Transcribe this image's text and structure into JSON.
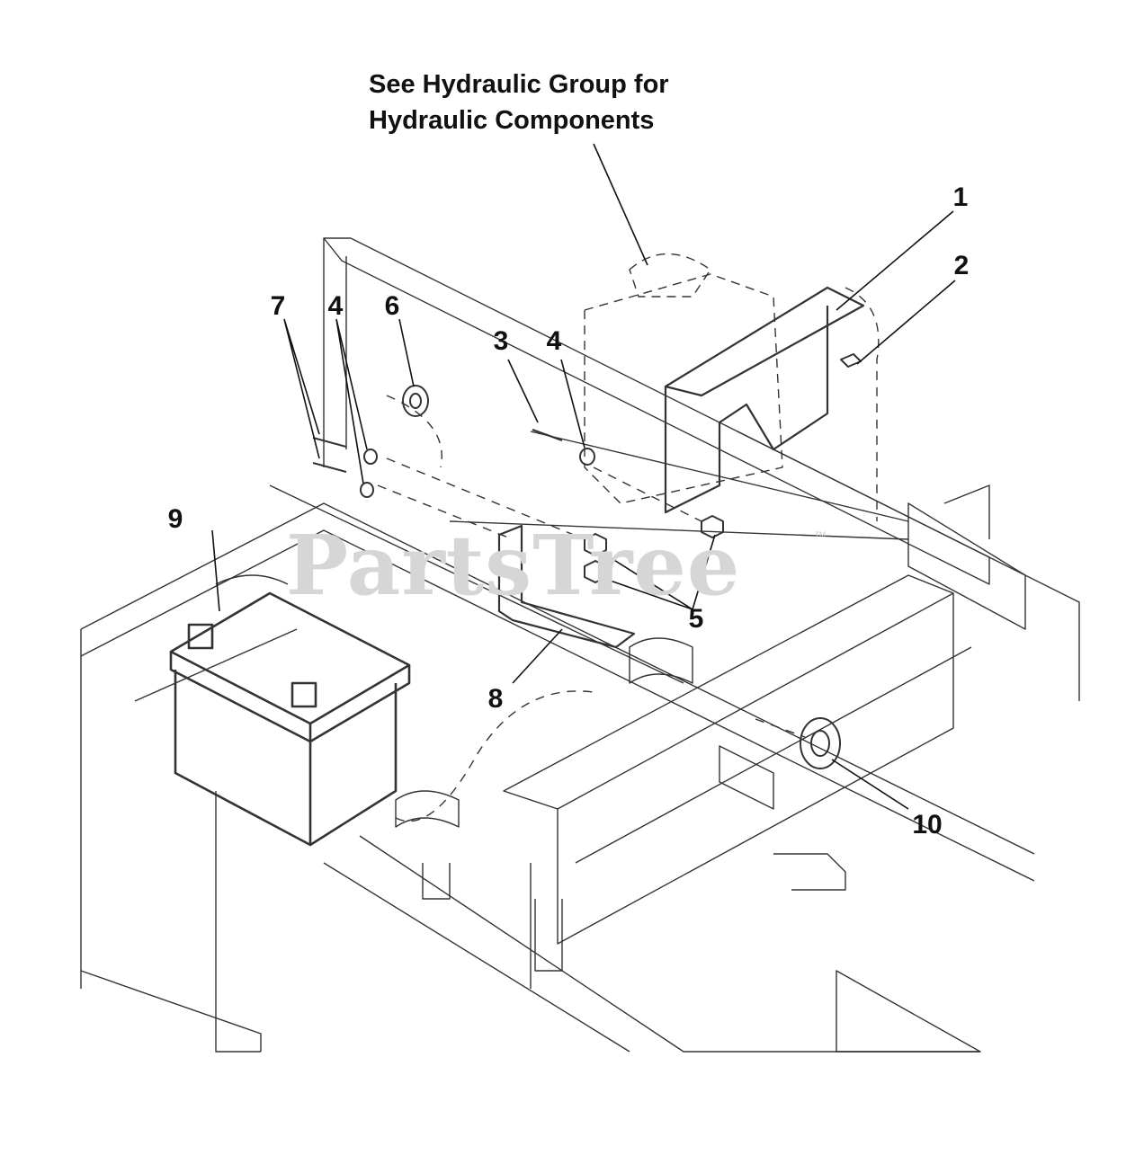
{
  "diagram": {
    "note_line1": "See Hydraulic Group for",
    "note_line2": "Hydraulic Components",
    "watermark": "PartsTree",
    "trademark": "™",
    "callouts": [
      {
        "id": "c1",
        "label": "1"
      },
      {
        "id": "c2",
        "label": "2"
      },
      {
        "id": "c3",
        "label": "3"
      },
      {
        "id": "c4a",
        "label": "4"
      },
      {
        "id": "c4b",
        "label": "4"
      },
      {
        "id": "c5",
        "label": "5"
      },
      {
        "id": "c6",
        "label": "6"
      },
      {
        "id": "c7",
        "label": "7"
      },
      {
        "id": "c8",
        "label": "8"
      },
      {
        "id": "c9",
        "label": "9"
      },
      {
        "id": "c10",
        "label": "10"
      }
    ]
  }
}
